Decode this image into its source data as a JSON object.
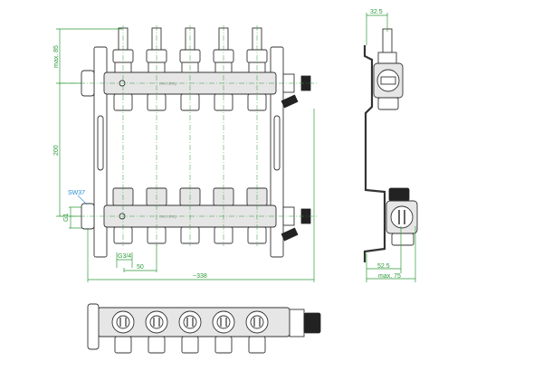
{
  "drawing": {
    "brand_logo": "oventrop",
    "outlets": 5,
    "front_view": {
      "dim_max_height_top": "max. 85",
      "dim_vertical_spacing": "200",
      "dim_spanner": "SW37",
      "dim_main_thread": "G1",
      "dim_outlet_thread": "G3/4",
      "dim_outlet_spacing": "50",
      "dim_total_width": "~338"
    },
    "side_view": {
      "dim_top_offset": "32.5",
      "dim_bottom_offset": "52.5",
      "dim_max_depth": "max. 75"
    }
  },
  "colors": {
    "dimension": "#2e9a3a",
    "callout": "#2a8fd0"
  }
}
